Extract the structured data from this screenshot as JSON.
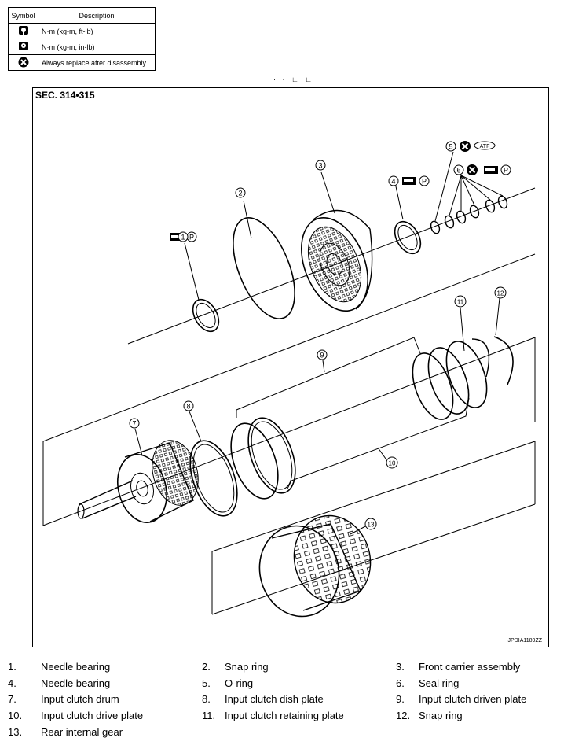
{
  "legend": {
    "header_symbol": "Symbol",
    "header_description": "Description",
    "rows": [
      {
        "icon": "torque-wrench-icon",
        "text": "N·m (kg-m, ft-lb)"
      },
      {
        "icon": "torque-wrench-small-icon",
        "text": "N·m (kg-m, in-lb)"
      },
      {
        "icon": "replace-x-icon",
        "text": "Always replace after disassembly."
      }
    ]
  },
  "diagram": {
    "section": "SEC. 314•315",
    "code": "JPDIA1189ZZ",
    "atf_label": "ATF",
    "p_label": "P",
    "callouts": [
      "1",
      "2",
      "3",
      "4",
      "5",
      "6",
      "7",
      "8",
      "9",
      "10",
      "11",
      "12",
      "13"
    ]
  },
  "parts": [
    {
      "num": "1.",
      "name": "Needle bearing"
    },
    {
      "num": "2.",
      "name": "Snap ring"
    },
    {
      "num": "3.",
      "name": "Front carrier assembly"
    },
    {
      "num": "4.",
      "name": "Needle bearing"
    },
    {
      "num": "5.",
      "name": "O-ring"
    },
    {
      "num": "6.",
      "name": "Seal ring"
    },
    {
      "num": "7.",
      "name": "Input clutch drum"
    },
    {
      "num": "8.",
      "name": "Input clutch dish plate"
    },
    {
      "num": "9.",
      "name": "Input clutch driven plate"
    },
    {
      "num": "10.",
      "name": "Input clutch drive plate"
    },
    {
      "num": "11.",
      "name": "Input clutch retaining plate"
    },
    {
      "num": "12.",
      "name": "Snap ring"
    },
    {
      "num": "13.",
      "name": "Rear internal gear"
    }
  ]
}
